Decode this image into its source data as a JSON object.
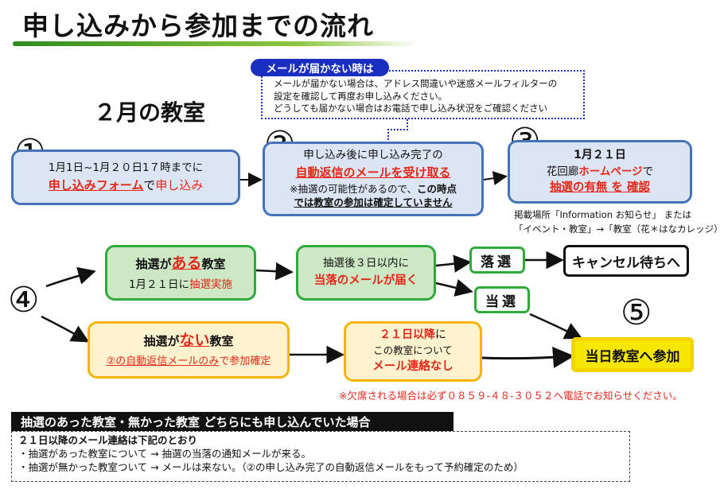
{
  "title": "申し込みから参加までの流れ",
  "month_label": "２月の教室",
  "step1": {
    "num": "①",
    "line1": "1月1日~1月２０日1７時までに",
    "form": "申し込みフォーム",
    "de": "で",
    "apply": "申し込み"
  },
  "notice": {
    "tab": "メールが届かない時は",
    "line1": "メールが届かない場合は、アドレス間違いや迷惑メールフィルターの",
    "line2": "設定を確認して再度お申し込みください。",
    "line3": "どうしても届かない場合はお電話で申し込み状況をご確認ください"
  },
  "step2": {
    "num": "②",
    "line1": "申し込み後に申し込み完了の",
    "line2": "自動返信のメールを受け取る",
    "line3a": "※抽選の可能性があるので、",
    "line3b": "この時点",
    "line4": "では教室の参加は確定していません"
  },
  "step3": {
    "num": "③",
    "line1": "1月２１日",
    "line2a": "花回廊",
    "line2b": "ホームページ",
    "line2c": "で",
    "line3": "抽選の有無 を 確認",
    "where1": "掲載場所「Information お知らせ」 または",
    "where2": "「イベント・教室」→「教室（花＊はなカレッジ）"
  },
  "step4": {
    "num": "④",
    "lottery": {
      "a": "抽選が",
      "b": "ある",
      "c": "教室",
      "line2a": "1月２１日に",
      "line2b": "抽選実施"
    },
    "result": {
      "line1": "抽選後３日以内に",
      "line2": "当落のメールが届く"
    },
    "lose": "落選",
    "win": "当選",
    "cancel": "キャンセル待ちへ",
    "no_lottery": {
      "a": "抽選が",
      "b": "ない",
      "c": "教室",
      "line2a": "②の自動返信メールのみ",
      "line2b": "で参加確定"
    },
    "after21": {
      "line1a": "２１日以降",
      "line1b": "に",
      "line2": "この教室について",
      "line3": "メール連絡なし"
    }
  },
  "step5": {
    "num": "⑤",
    "join": "当日教室へ参加"
  },
  "absent_note": "※欠席される場合は必ず０８５９-４８-３０５２へ電話でお知らせください。",
  "bottom": {
    "heading": "抽選のあった教室・無かった教室 どちらにも申し込んでいた場合",
    "line1": "２１日以降のメール連絡は下記のとおり",
    "line2": "・抽選があった教室について → 抽選の当落の通知メールが来る。",
    "line3": "・抽選が無かった教室ついて → メールは来ない。（②の申し込み完了の自動返信メールをもって予約確定のため）"
  },
  "colors": {
    "blue_border": "#4672b8",
    "green_border": "#2eab3a",
    "yellow_border": "#f4b400",
    "accent_red": "#e5271a",
    "notice_blue": "#1a2fbf"
  }
}
